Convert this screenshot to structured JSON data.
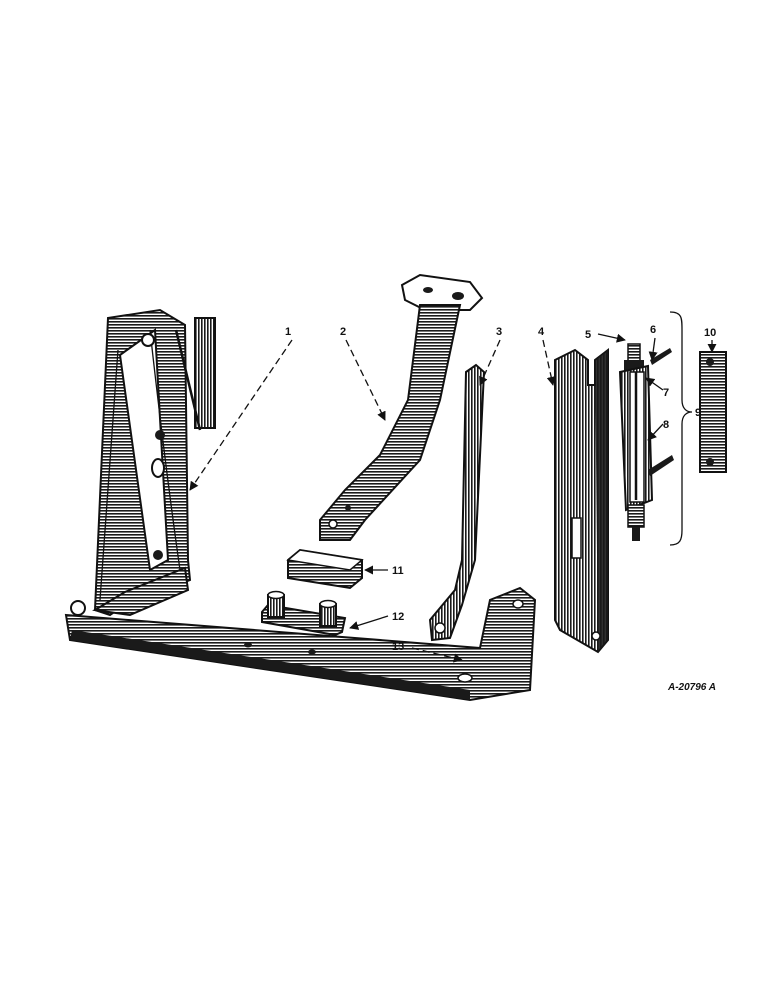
{
  "diagram": {
    "callouts": [
      "1",
      "2",
      "3",
      "4",
      "5",
      "6",
      "7",
      "8",
      "9",
      "10",
      "11",
      "12",
      "13"
    ],
    "reference_code": "A-20796 A"
  },
  "colors": {
    "ink": "#1a1a1a",
    "paper": "#ffffff"
  }
}
